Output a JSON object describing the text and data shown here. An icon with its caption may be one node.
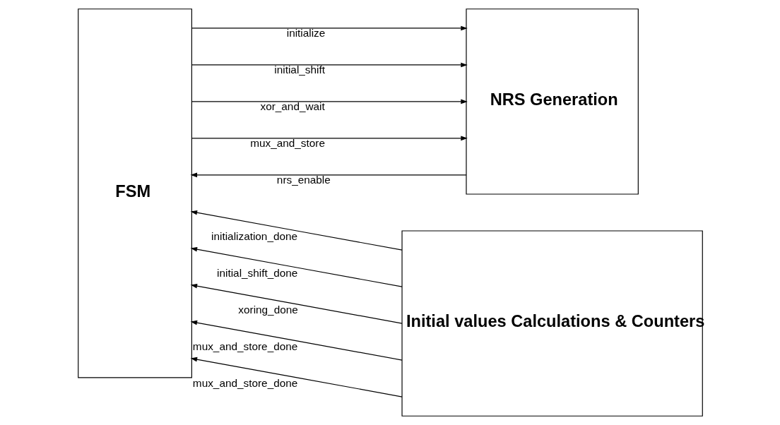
{
  "diagram": {
    "nodes": [
      {
        "text": [
          "FSM"
        ]
      },
      {
        "text": [
          "NRS Generation"
        ]
      },
      {
        "text": [
          "Initial values Calculations & Counters"
        ]
      }
    ],
    "edges": [
      {
        "from": 0,
        "to": 1,
        "arrow": "to",
        "label": "initialize"
      },
      {
        "from": 0,
        "to": 1,
        "arrow": "to",
        "label": "initial_shift"
      },
      {
        "from": 0,
        "to": 1,
        "arrow": "to",
        "label": "xor_and_wait"
      },
      {
        "from": 0,
        "to": 1,
        "arrow": "to",
        "label": "mux_and_store"
      },
      {
        "from": 1,
        "to": 0,
        "arrow": "to",
        "label": "nrs_enable"
      },
      {
        "from": 2,
        "to": 0,
        "arrow": "to",
        "label": "initialization_done"
      },
      {
        "from": 2,
        "to": 0,
        "arrow": "to",
        "label": "initial_shift_done"
      },
      {
        "from": 2,
        "to": 0,
        "arrow": "to",
        "label": "xoring_done"
      },
      {
        "from": 2,
        "to": 0,
        "arrow": "to",
        "label": "mux_and_store_done"
      },
      {
        "from": 2,
        "to": 0,
        "arrow": "to",
        "label": "mux_and_store_done"
      }
    ]
  }
}
